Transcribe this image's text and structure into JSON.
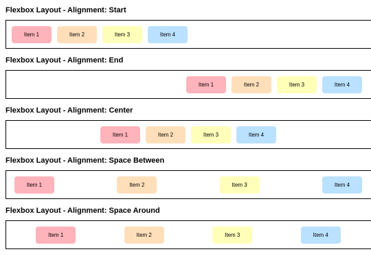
{
  "sections": [
    {
      "title": "Flexbox Layout - Alignment: Start",
      "items": [
        "Item 1",
        "Item 2",
        "Item 3",
        "Item 4"
      ]
    },
    {
      "title": "Flexbox Layout - Alignment: End",
      "items": [
        "Item 1",
        "Item 2",
        "Item 3",
        "Item 4"
      ]
    },
    {
      "title": "Flexbox Layout - Alignment: Center",
      "items": [
        "Item 1",
        "Item 2",
        "Item 3",
        "Item 4"
      ]
    },
    {
      "title": "Flexbox Layout - Alignment: Space Between",
      "items": [
        "Item 1",
        "Item 2",
        "Item 3",
        "Item 4"
      ]
    },
    {
      "title": "Flexbox Layout - Alignment: Space Around",
      "items": [
        "Item 1",
        "Item 2",
        "Item 3",
        "Item 4"
      ]
    }
  ],
  "colors": {
    "item1": "#ffb3ba",
    "item2": "#ffdfba",
    "item3": "#ffffba",
    "item4": "#bae1ff"
  }
}
